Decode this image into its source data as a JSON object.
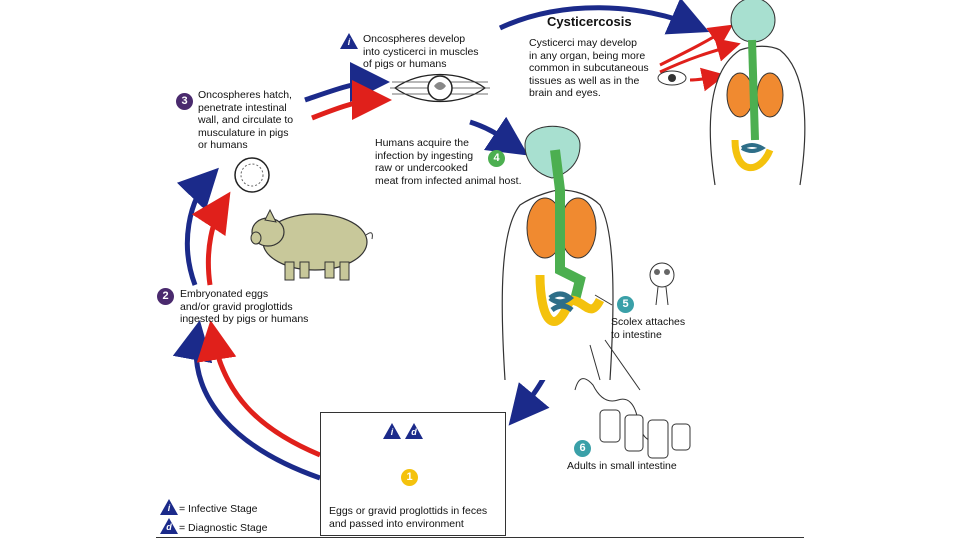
{
  "cysticercosis": {
    "title": "Cysticercosis",
    "text": "Cysticerci may develop\nin any organ, being more\ncommon in subcutaneous\ntissues as well as in the\nbrain and eyes."
  },
  "steps": [
    {
      "num": "1",
      "text": "Eggs or gravid proglottids in feces\nand passed into environment"
    },
    {
      "num": "2",
      "text": "Embryonated eggs\nand/or gravid proglottids\ningested by pigs or humans"
    },
    {
      "num": "3",
      "text": "Oncospheres hatch,\npenetrate intestinal\nwall, and circulate to\nmusculature in pigs\nor humans"
    },
    {
      "num": "4",
      "text": "Humans acquire the\ninfection by ingesting\nraw or undercooked\nmeat from infected animal host."
    },
    {
      "num": "5",
      "text": "Scolex attaches\nto intestine"
    },
    {
      "num": "6",
      "text": "Adults in small intestine"
    }
  ],
  "oncosphere_muscle": {
    "text": "Oncospheres develop\ninto cysticerci in muscles\nof pigs or humans"
  },
  "legend": {
    "infective": {
      "symbol": "i",
      "label": "= Infective Stage"
    },
    "diagnostic": {
      "symbol": "d",
      "label": "= Diagnostic Stage"
    }
  },
  "colors": {
    "blue_arrow": "#1b2a8a",
    "red_arrow": "#e0201b",
    "step_purple": "#4a2a6e",
    "step_green": "#4caf50",
    "step_teal": "#3aa0a8",
    "step_yellow": "#f4c20d"
  }
}
